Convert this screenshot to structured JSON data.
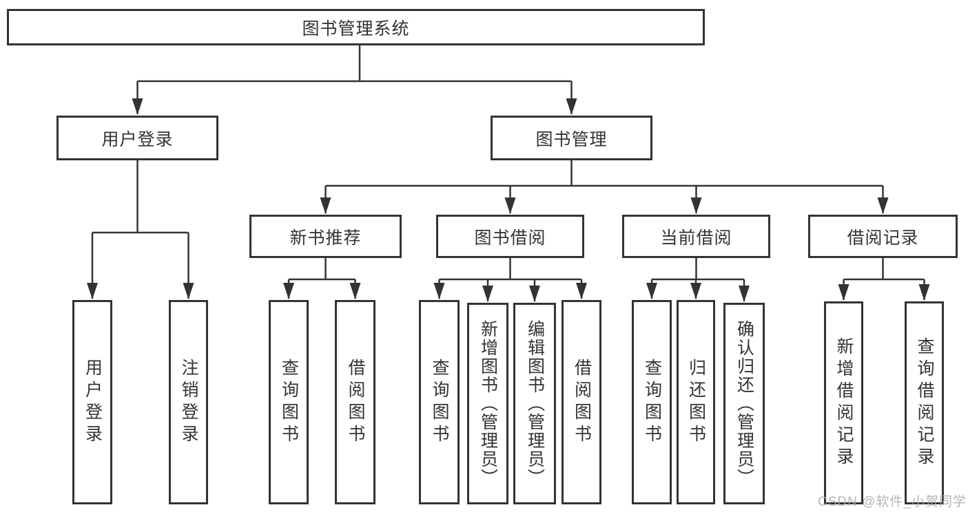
{
  "diagram": {
    "title": "图书管理系统",
    "branches": [
      {
        "label": "用户登录",
        "children": [
          {
            "label": "用户登录"
          },
          {
            "label": "注销登录"
          }
        ]
      },
      {
        "label": "图书管理",
        "children": [
          {
            "label": "新书推荐",
            "children": [
              {
                "label": "查询图书"
              },
              {
                "label": "借阅图书"
              }
            ]
          },
          {
            "label": "图书借阅",
            "children": [
              {
                "label": "查询图书"
              },
              {
                "label": "新增图书（管理员）"
              },
              {
                "label": "编辑图书（管理员）"
              },
              {
                "label": "借阅图书"
              }
            ]
          },
          {
            "label": "当前借阅",
            "children": [
              {
                "label": "查询图书"
              },
              {
                "label": "归还图书"
              },
              {
                "label": "确认归还（管理员）"
              }
            ]
          },
          {
            "label": "借阅记录",
            "children": [
              {
                "label": "新增借阅记录"
              },
              {
                "label": "查询借阅记录"
              }
            ]
          }
        ]
      }
    ]
  },
  "watermark": {
    "text": "CSDN @软件_小贺同学"
  },
  "colors": {
    "line": "#333333",
    "box_border": "#333333",
    "text": "#333333",
    "background": "#ffffff",
    "watermark": "#a8a8a8"
  }
}
